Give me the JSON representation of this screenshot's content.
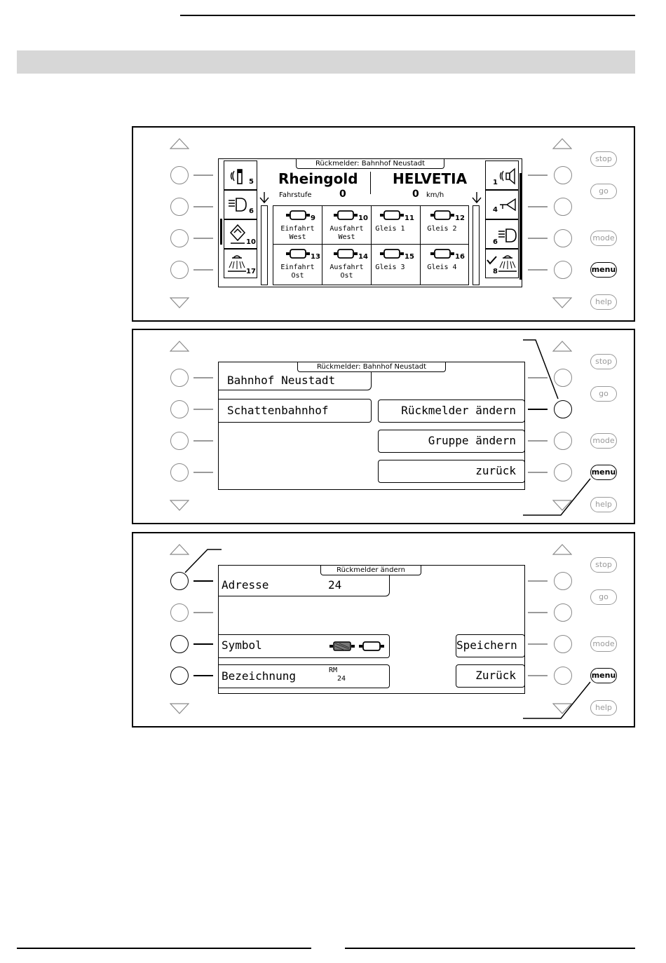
{
  "controls": {
    "stop": "stop",
    "go": "go",
    "mode": "mode",
    "menu": "menu",
    "help": "help"
  },
  "screen1": {
    "title": "Rückmelder: Bahnhof Neustadt",
    "loco_left": "Rheingold",
    "loco_right": "HELVETIA",
    "speed_label": "Fahrstufe",
    "speed_left": "0",
    "speed_right": "0",
    "speed_unit": "km/h",
    "left_fn": [
      "5",
      "6",
      "10",
      "17"
    ],
    "right_fn": [
      "1",
      "4",
      "6",
      "8"
    ],
    "cells": [
      {
        "num": "9",
        "label1": "Einfahrt",
        "label2": "West"
      },
      {
        "num": "10",
        "label1": "Ausfahrt",
        "label2": "West"
      },
      {
        "num": "11",
        "label1": "Gleis 1",
        "label2": ""
      },
      {
        "num": "12",
        "label1": "Gleis 2",
        "label2": ""
      },
      {
        "num": "13",
        "label1": "Einfahrt",
        "label2": "Ost"
      },
      {
        "num": "14",
        "label1": "Ausfahrt",
        "label2": "Ost"
      },
      {
        "num": "15",
        "label1": "Gleis 3",
        "label2": ""
      },
      {
        "num": "16",
        "label1": "Gleis 4",
        "label2": ""
      }
    ]
  },
  "screen2": {
    "title": "Rückmelder: Bahnhof Neustadt",
    "left_items": [
      "Bahnhof Neustadt",
      "Schattenbahnhof"
    ],
    "right_items": [
      "Rückmelder ändern",
      "Gruppe ändern",
      "zurück"
    ]
  },
  "screen3": {
    "title": "Rückmelder ändern",
    "address_label": "Adresse",
    "address_value": "24",
    "symbol_label": "Symbol",
    "name_label": "Bezeichnung",
    "name_value_1": "RM",
    "name_value_2": "24",
    "save": "Speichern",
    "back": "Zurück"
  }
}
